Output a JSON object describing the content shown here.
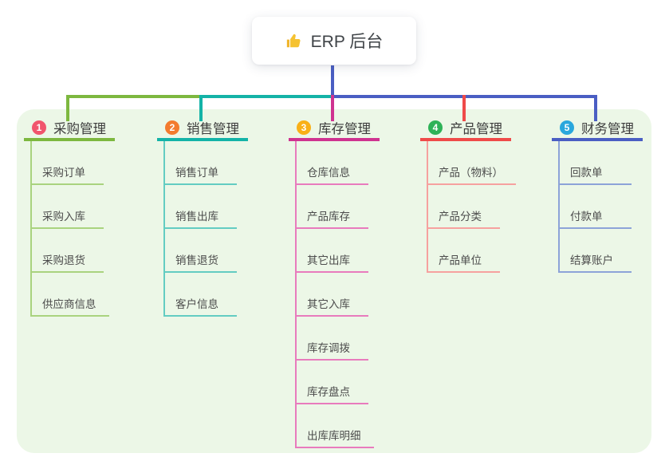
{
  "root": {
    "label": "ERP 后台",
    "icon": "thumbs-up-icon",
    "icon_color": "#f5c231"
  },
  "colors": {
    "page_bg": "#ffffff",
    "panel_bg": "#ecf7e7",
    "root_line": "#4a5ec3",
    "title_text": "#3d3d3d",
    "child_text": "#4c4c4c"
  },
  "branches": [
    {
      "num": "1",
      "label": "采购管理",
      "badge_color": "#f1556d",
      "line_color": "#7db83f",
      "child_line_color": "#a9d37f",
      "items": [
        "采购订单",
        "采购入库",
        "采购退货",
        "供应商信息"
      ]
    },
    {
      "num": "2",
      "label": "销售管理",
      "badge_color": "#f37b2e",
      "line_color": "#14b3a7",
      "child_line_color": "#63ccc2",
      "items": [
        "销售订单",
        "销售出库",
        "销售退货",
        "客户信息"
      ]
    },
    {
      "num": "3",
      "label": "库存管理",
      "badge_color": "#f9b017",
      "line_color": "#cf3390",
      "child_line_color": "#e87bbd",
      "items": [
        "仓库信息",
        "产品库存",
        "其它出库",
        "其它入库",
        "库存调拨",
        "库存盘点",
        "出库库明细"
      ]
    },
    {
      "num": "4",
      "label": "产品管理",
      "badge_color": "#2eb257",
      "line_color": "#ef4a49",
      "child_line_color": "#f6a19f",
      "items": [
        "产品（物料）",
        "产品分类",
        "产品单位"
      ]
    },
    {
      "num": "5",
      "label": "财务管理",
      "badge_color": "#29a7dd",
      "line_color": "#4a5ec3",
      "child_line_color": "#8da3d8",
      "items": [
        "回款单",
        "付款单",
        "结算账户"
      ]
    }
  ]
}
